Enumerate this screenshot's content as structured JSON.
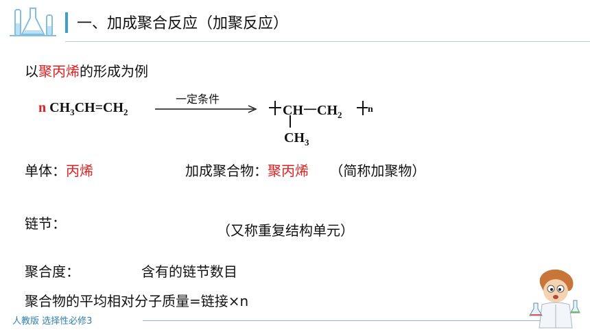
{
  "header": {
    "title": "一、加成聚合反应（加聚反应）"
  },
  "intro": {
    "prefix": "以",
    "highlight": "聚丙烯",
    "suffix": "的形成为例"
  },
  "equation": {
    "coefficient": "n",
    "reactant": "CH₃CH=CH₂",
    "condition": "一定条件",
    "product_main_chain": "CH一CH₂",
    "product_side_group": "CH₃",
    "subscript_n": "n"
  },
  "monomer": {
    "label": "单体：",
    "value": "丙烯"
  },
  "polymer": {
    "label": "加成聚合物：",
    "value": "聚丙烯",
    "note": "（简称加聚物）"
  },
  "chain_unit": {
    "label": "链节：",
    "note": "（又称重复结构单元）"
  },
  "degree": {
    "label": "聚合度：",
    "definition": "含有的链节数目"
  },
  "formula": {
    "text": "聚合物的平均相对分子质量=链接×n"
  },
  "footer": {
    "label": "人教版 选择性必修3"
  },
  "colors": {
    "highlight": "#e02020",
    "accent": "#3aa0c8"
  }
}
